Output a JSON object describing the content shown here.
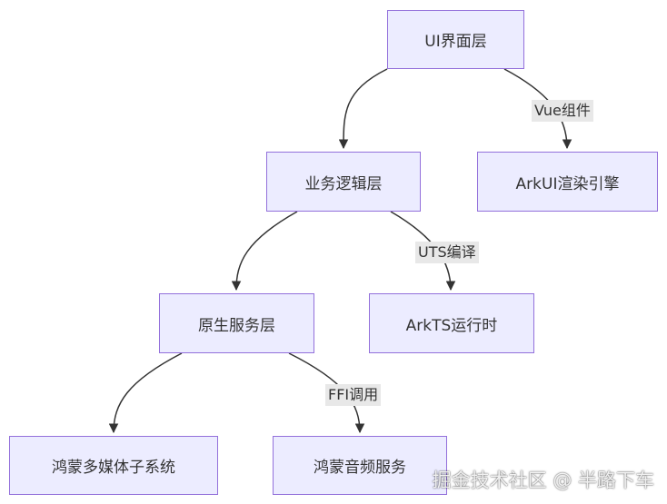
{
  "nodes": {
    "ui_layer": "UI界面层",
    "business_layer": "业务逻辑层",
    "arkui_engine": "ArkUI渲染引擎",
    "native_service_layer": "原生服务层",
    "arkts_runtime": "ArkTS运行时",
    "harmony_media_subsystem": "鸿蒙多媒体子系统",
    "harmony_audio_service": "鸿蒙音频服务"
  },
  "edges": [
    {
      "from": "ui_layer",
      "to": "business_layer",
      "label": ""
    },
    {
      "from": "ui_layer",
      "to": "arkui_engine",
      "label": "Vue组件"
    },
    {
      "from": "business_layer",
      "to": "native_service_layer",
      "label": ""
    },
    {
      "from": "business_layer",
      "to": "arkts_runtime",
      "label": "UTS编译"
    },
    {
      "from": "native_service_layer",
      "to": "harmony_media_subsystem",
      "label": ""
    },
    {
      "from": "native_service_layer",
      "to": "harmony_audio_service",
      "label": "FFI调用"
    }
  ],
  "colors": {
    "node_fill": "#ECECFF",
    "node_border": "#9370DB",
    "edge": "#333333",
    "label_bg": "#e8e8e8"
  },
  "watermark": "掘金技术社区 @ 半路下车"
}
